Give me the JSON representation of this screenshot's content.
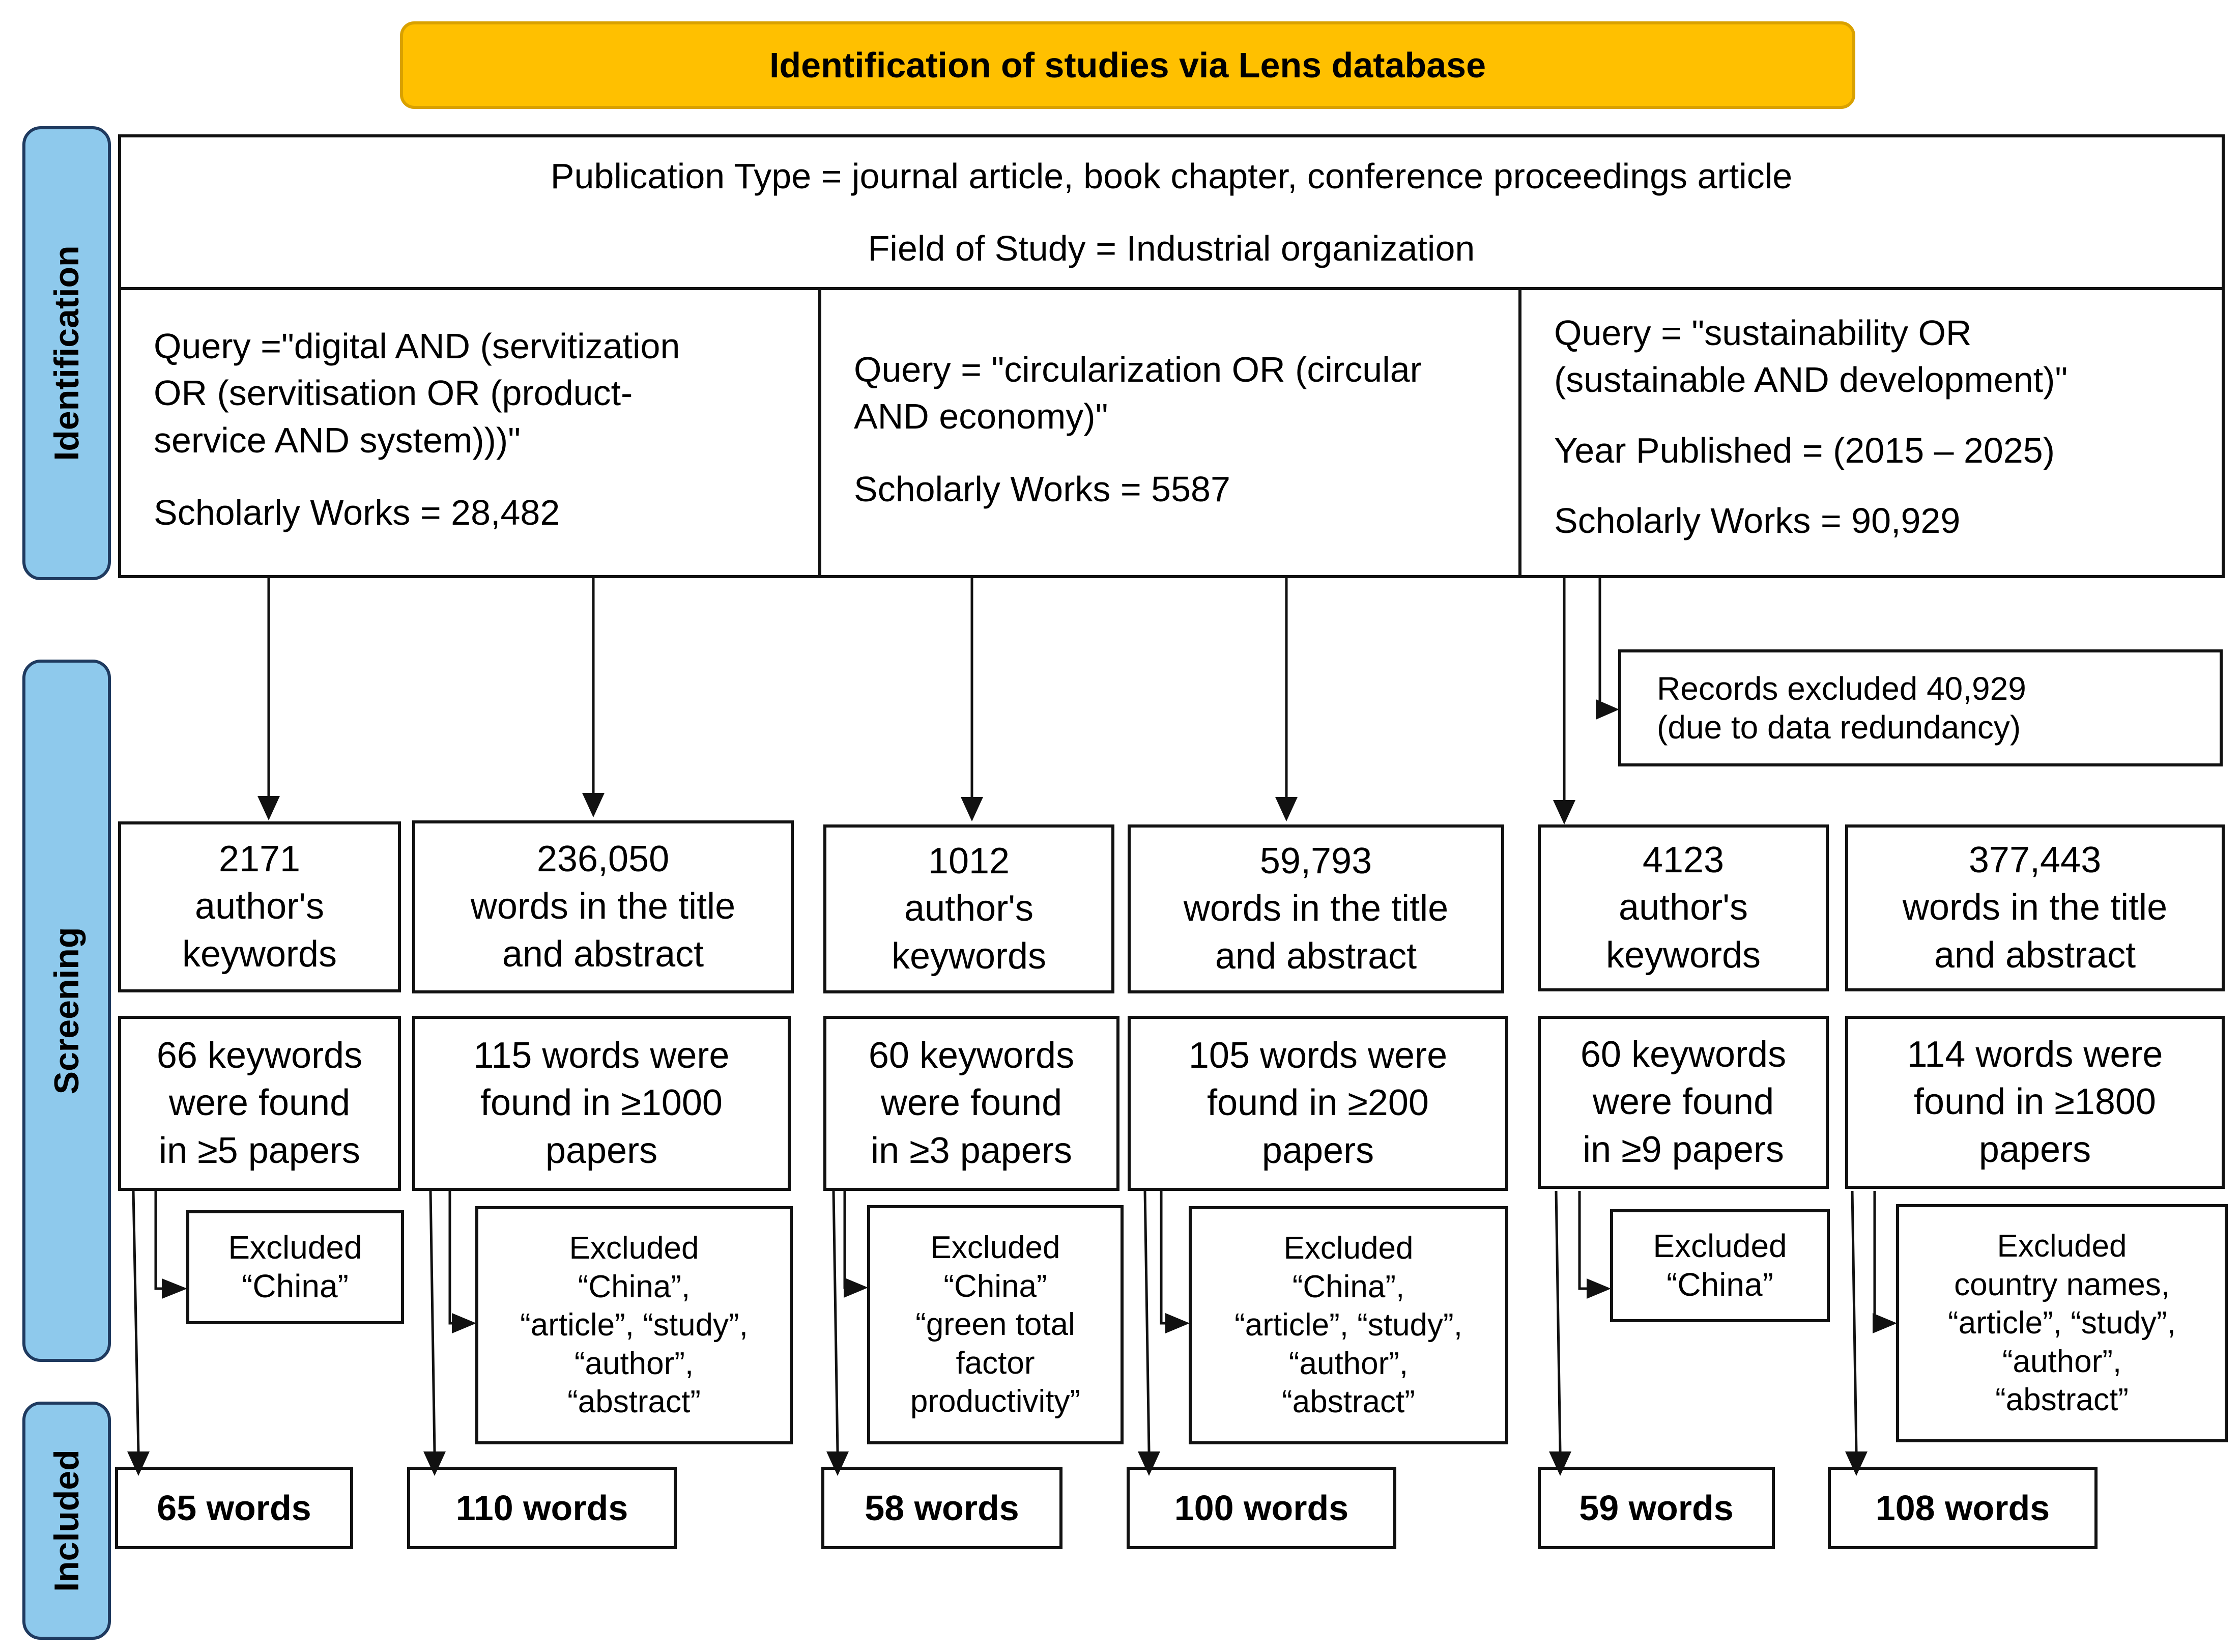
{
  "title": "Identification of studies via Lens database",
  "stages": {
    "identification": "Identification",
    "screening": "Screening",
    "included": "Included"
  },
  "filters": {
    "publication_type": "Publication Type = journal article, book chapter, conference proceedings article",
    "field_of_study": "Field of Study = Industrial organization"
  },
  "queries": [
    {
      "query_line1": "Query =\"digital AND (servitization",
      "query_line2": "OR (servitisation OR (product-",
      "query_line3": "service AND system)))\"",
      "works": "Scholarly Works = 28,482"
    },
    {
      "query_line1": "Query = \"circularization OR (circular",
      "query_line2": "AND economy)\"",
      "works": "Scholarly Works = 5587"
    },
    {
      "query_line1": "Query = \"sustainability OR",
      "query_line2": "(sustainable AND development)\"",
      "year": "Year Published = (2015 – 2025)",
      "works": "Scholarly Works = 90,929"
    }
  ],
  "records_excluded": {
    "line1": "Records excluded 40,929",
    "line2": "(due to data redundancy)"
  },
  "columns": [
    {
      "count": "2171",
      "desc1": "author's",
      "desc2": "keywords",
      "found1": "66 keywords",
      "found2": "were found",
      "found3": "in ≥5 papers",
      "excluded": [
        "Excluded",
        "“China”"
      ],
      "result": "65 words"
    },
    {
      "count": "236,050",
      "desc1": "words in the title",
      "desc2": "and abstract",
      "found1": "115 words were",
      "found2": "found in ≥1000",
      "found3": "papers",
      "excluded": [
        "Excluded",
        "“China”,",
        "“article”, “study”,",
        "“author”,",
        "“abstract”"
      ],
      "result": "110 words"
    },
    {
      "count": "1012",
      "desc1": "author's",
      "desc2": "keywords",
      "found1": "60 keywords",
      "found2": "were found",
      "found3": "in ≥3 papers",
      "excluded": [
        "Excluded",
        "“China”",
        "“green total",
        "factor",
        "productivity”"
      ],
      "result": "58 words"
    },
    {
      "count": "59,793",
      "desc1": "words in the title",
      "desc2": "and abstract",
      "found1": "105 words were",
      "found2": "found in ≥200",
      "found3": "papers",
      "excluded": [
        "Excluded",
        "“China”,",
        "“article”, “study”,",
        "“author”,",
        "“abstract”"
      ],
      "result": "100 words"
    },
    {
      "count": "4123",
      "desc1": "author's",
      "desc2": "keywords",
      "found1": "60 keywords",
      "found2": "were found",
      "found3": "in ≥9 papers",
      "excluded": [
        "Excluded",
        "“China”"
      ],
      "result": "59 words"
    },
    {
      "count": "377,443",
      "desc1": "words in the title",
      "desc2": "and abstract",
      "found1": "114 words were",
      "found2": "found in ≥1800",
      "found3": "papers",
      "excluded": [
        "Excluded",
        "country names,",
        "“article”, “study”,",
        "“author”,",
        "“abstract”"
      ],
      "result": "108 words"
    }
  ]
}
